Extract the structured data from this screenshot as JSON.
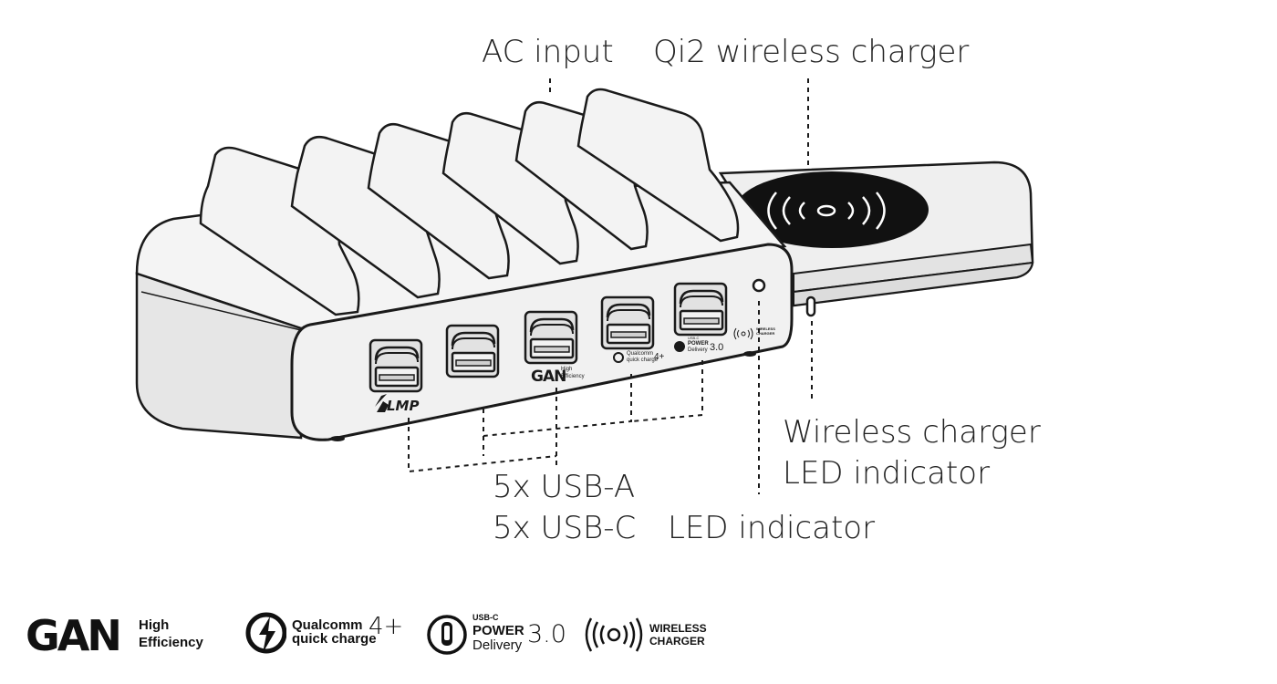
{
  "callouts": {
    "ac_input": "AC input",
    "qi2_wireless": "Qi2 wireless charger",
    "wireless_led_line1": "Wireless charger",
    "wireless_led_line2": "LED indicator",
    "usb_a": "5x USB-A",
    "usb_c": "5x USB-C",
    "led_indicator": "LED indicator"
  },
  "device_marks": {
    "brand": "LMP",
    "gan": "GAN",
    "gan_sub_1": "High",
    "gan_sub_2": "Efficiency",
    "qc_1": "Qualcomm",
    "qc_2": "quick charge",
    "qc_ver": "4+",
    "pd_small": "USB-C",
    "pd_power": "POWER",
    "pd_delivery": "Delivery",
    "pd_ver": "3.0",
    "wireless_1": "WIRELESS",
    "wireless_2": "CHARGER"
  },
  "logos": {
    "gan": {
      "word": "GAN",
      "sub1": "High",
      "sub2": "Efficiency"
    },
    "qualcomm": {
      "line1": "Qualcomm",
      "line2": "quick charge",
      "version": "4+"
    },
    "power_delivery": {
      "small": "USB-C",
      "power": "POWER",
      "delivery": "Delivery",
      "version": "3.0"
    },
    "wireless": {
      "line1": "WIRELESS",
      "line2": "CHARGER"
    }
  },
  "icons": [
    "lmp-runner-icon",
    "quick-charge-bolt-icon",
    "usb-c-plug-icon",
    "wireless-waves-icon"
  ],
  "colors": {
    "line": "#1a1a1a",
    "body_fill": "#ececec",
    "pad": "#111111",
    "background": "#ffffff"
  }
}
